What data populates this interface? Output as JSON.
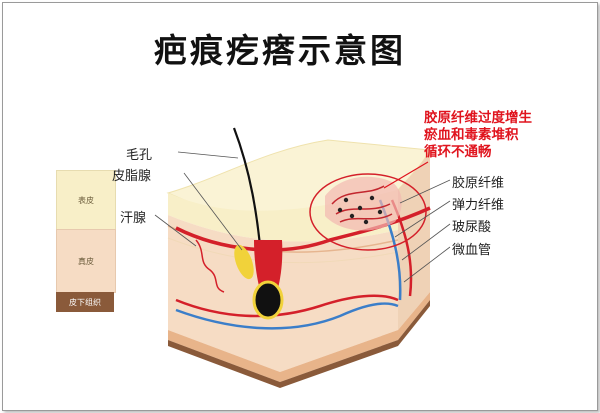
{
  "title": "疤痕疙瘩示意图",
  "legend": {
    "epidermis": "表皮",
    "dermis": "真皮",
    "subcutaneous": "皮下组织"
  },
  "labels": {
    "hair": "毛孔",
    "sebaceous_gland": "皮脂腺",
    "sweat_gland": "汗腺",
    "collagen": "胶原纤维",
    "elastic_fiber": "弹力纤维",
    "hyaluronic_acid": "玻尿酸",
    "capillary": "微血管"
  },
  "annotation": {
    "line1": "胶原纤维过度增生",
    "line2": "瘀血和毒素堆积",
    "line3": "循环不通畅"
  },
  "colors": {
    "epidermis": "#f8efc8",
    "dermis": "#f6dcc4",
    "subcutaneous": "#8a5a3a",
    "vessel_red": "#d4202a",
    "vessel_blue": "#3b7ec9",
    "annotation": "#e0141e"
  }
}
